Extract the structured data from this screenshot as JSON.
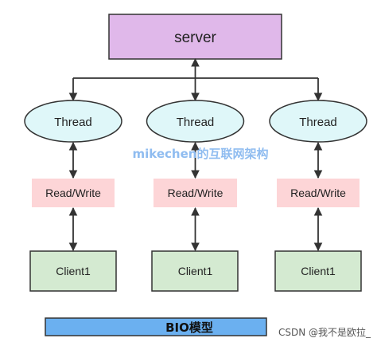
{
  "diagram": {
    "server": {
      "label": "server",
      "color": "#e0b8ea"
    },
    "threads": [
      {
        "label": "Thread"
      },
      {
        "label": "Thread"
      },
      {
        "label": "Thread"
      }
    ],
    "read_write": [
      {
        "label": "Read/Write"
      },
      {
        "label": "Read/Write"
      },
      {
        "label": "Read/Write"
      }
    ],
    "clients": [
      {
        "label": "Client1"
      },
      {
        "label": "Client1"
      },
      {
        "label": "Client1"
      }
    ],
    "thread_color": "#dff7f9",
    "read_write_color": "#fdd5d7",
    "client_color": "#d4ead1"
  },
  "legend": {
    "label": "BIO模型",
    "color": "#6bb0f0"
  },
  "watermark": "mikechen的互联网架构",
  "credit": "CSDN @我不是欧拉_"
}
